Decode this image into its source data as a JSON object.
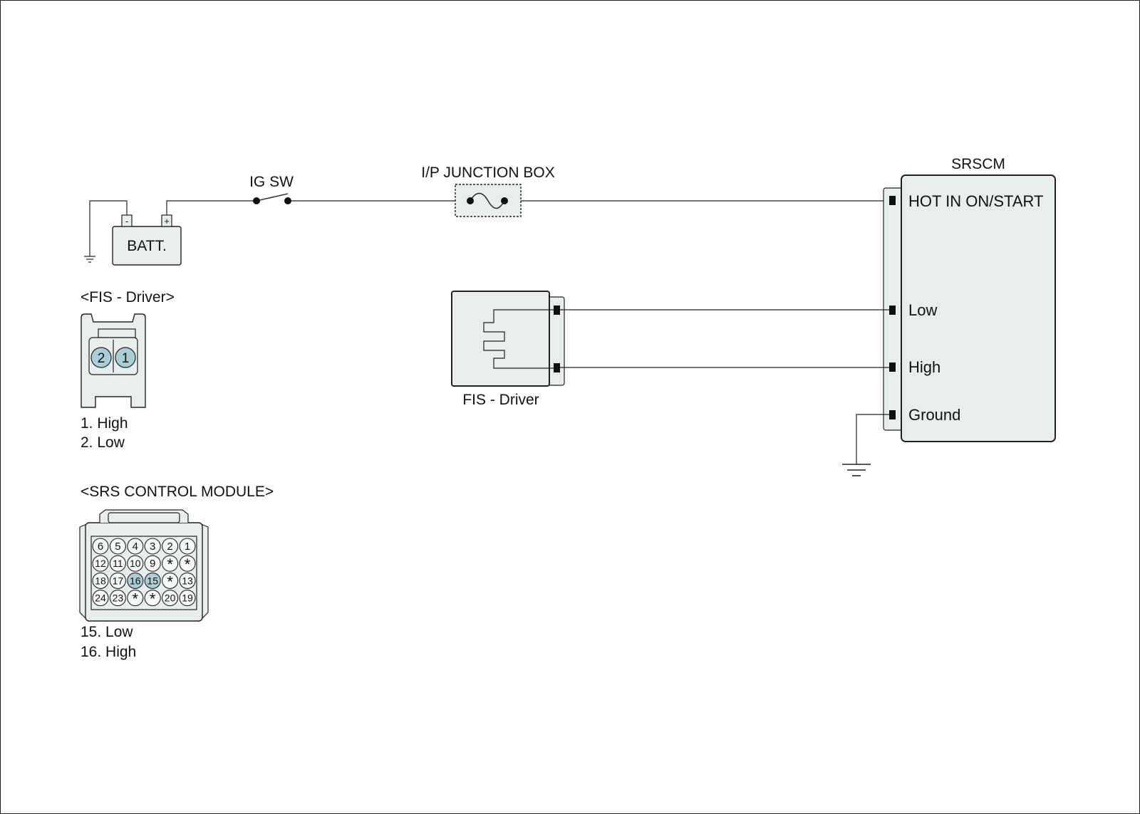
{
  "colors": {
    "line": "#222222",
    "box_fill": "#e8eeee",
    "pin_highlight": "#a9cdd9",
    "background": "#ffffff"
  },
  "power_circuit": {
    "battery_label": "BATT.",
    "battery_neg": "-",
    "battery_pos": "+",
    "ig_switch_label": "IG SW",
    "junction_box_label": "I/P JUNCTION BOX"
  },
  "srscm": {
    "title": "SRSCM",
    "pins": {
      "hot": "HOT IN ON/START",
      "low": "Low",
      "high": "High",
      "ground": "Ground"
    }
  },
  "fis_driver": {
    "label": "FIS - Driver"
  },
  "connector_fis": {
    "title": "<FIS - Driver>",
    "pin_labels": [
      "2",
      "1"
    ],
    "legend": [
      "1. High",
      "2. Low"
    ]
  },
  "connector_srs": {
    "title": "<SRS CONTROL MODULE>",
    "rows": [
      [
        "6",
        "5",
        "4",
        "3",
        "2",
        "1"
      ],
      [
        "12",
        "11",
        "10",
        "9",
        "*",
        "*"
      ],
      [
        "18",
        "17",
        "16",
        "15",
        "*",
        "13"
      ],
      [
        "24",
        "23",
        "*",
        "*",
        "20",
        "19"
      ]
    ],
    "highlighted": [
      "16",
      "15"
    ],
    "legend": [
      "15. Low",
      "16. High"
    ]
  }
}
